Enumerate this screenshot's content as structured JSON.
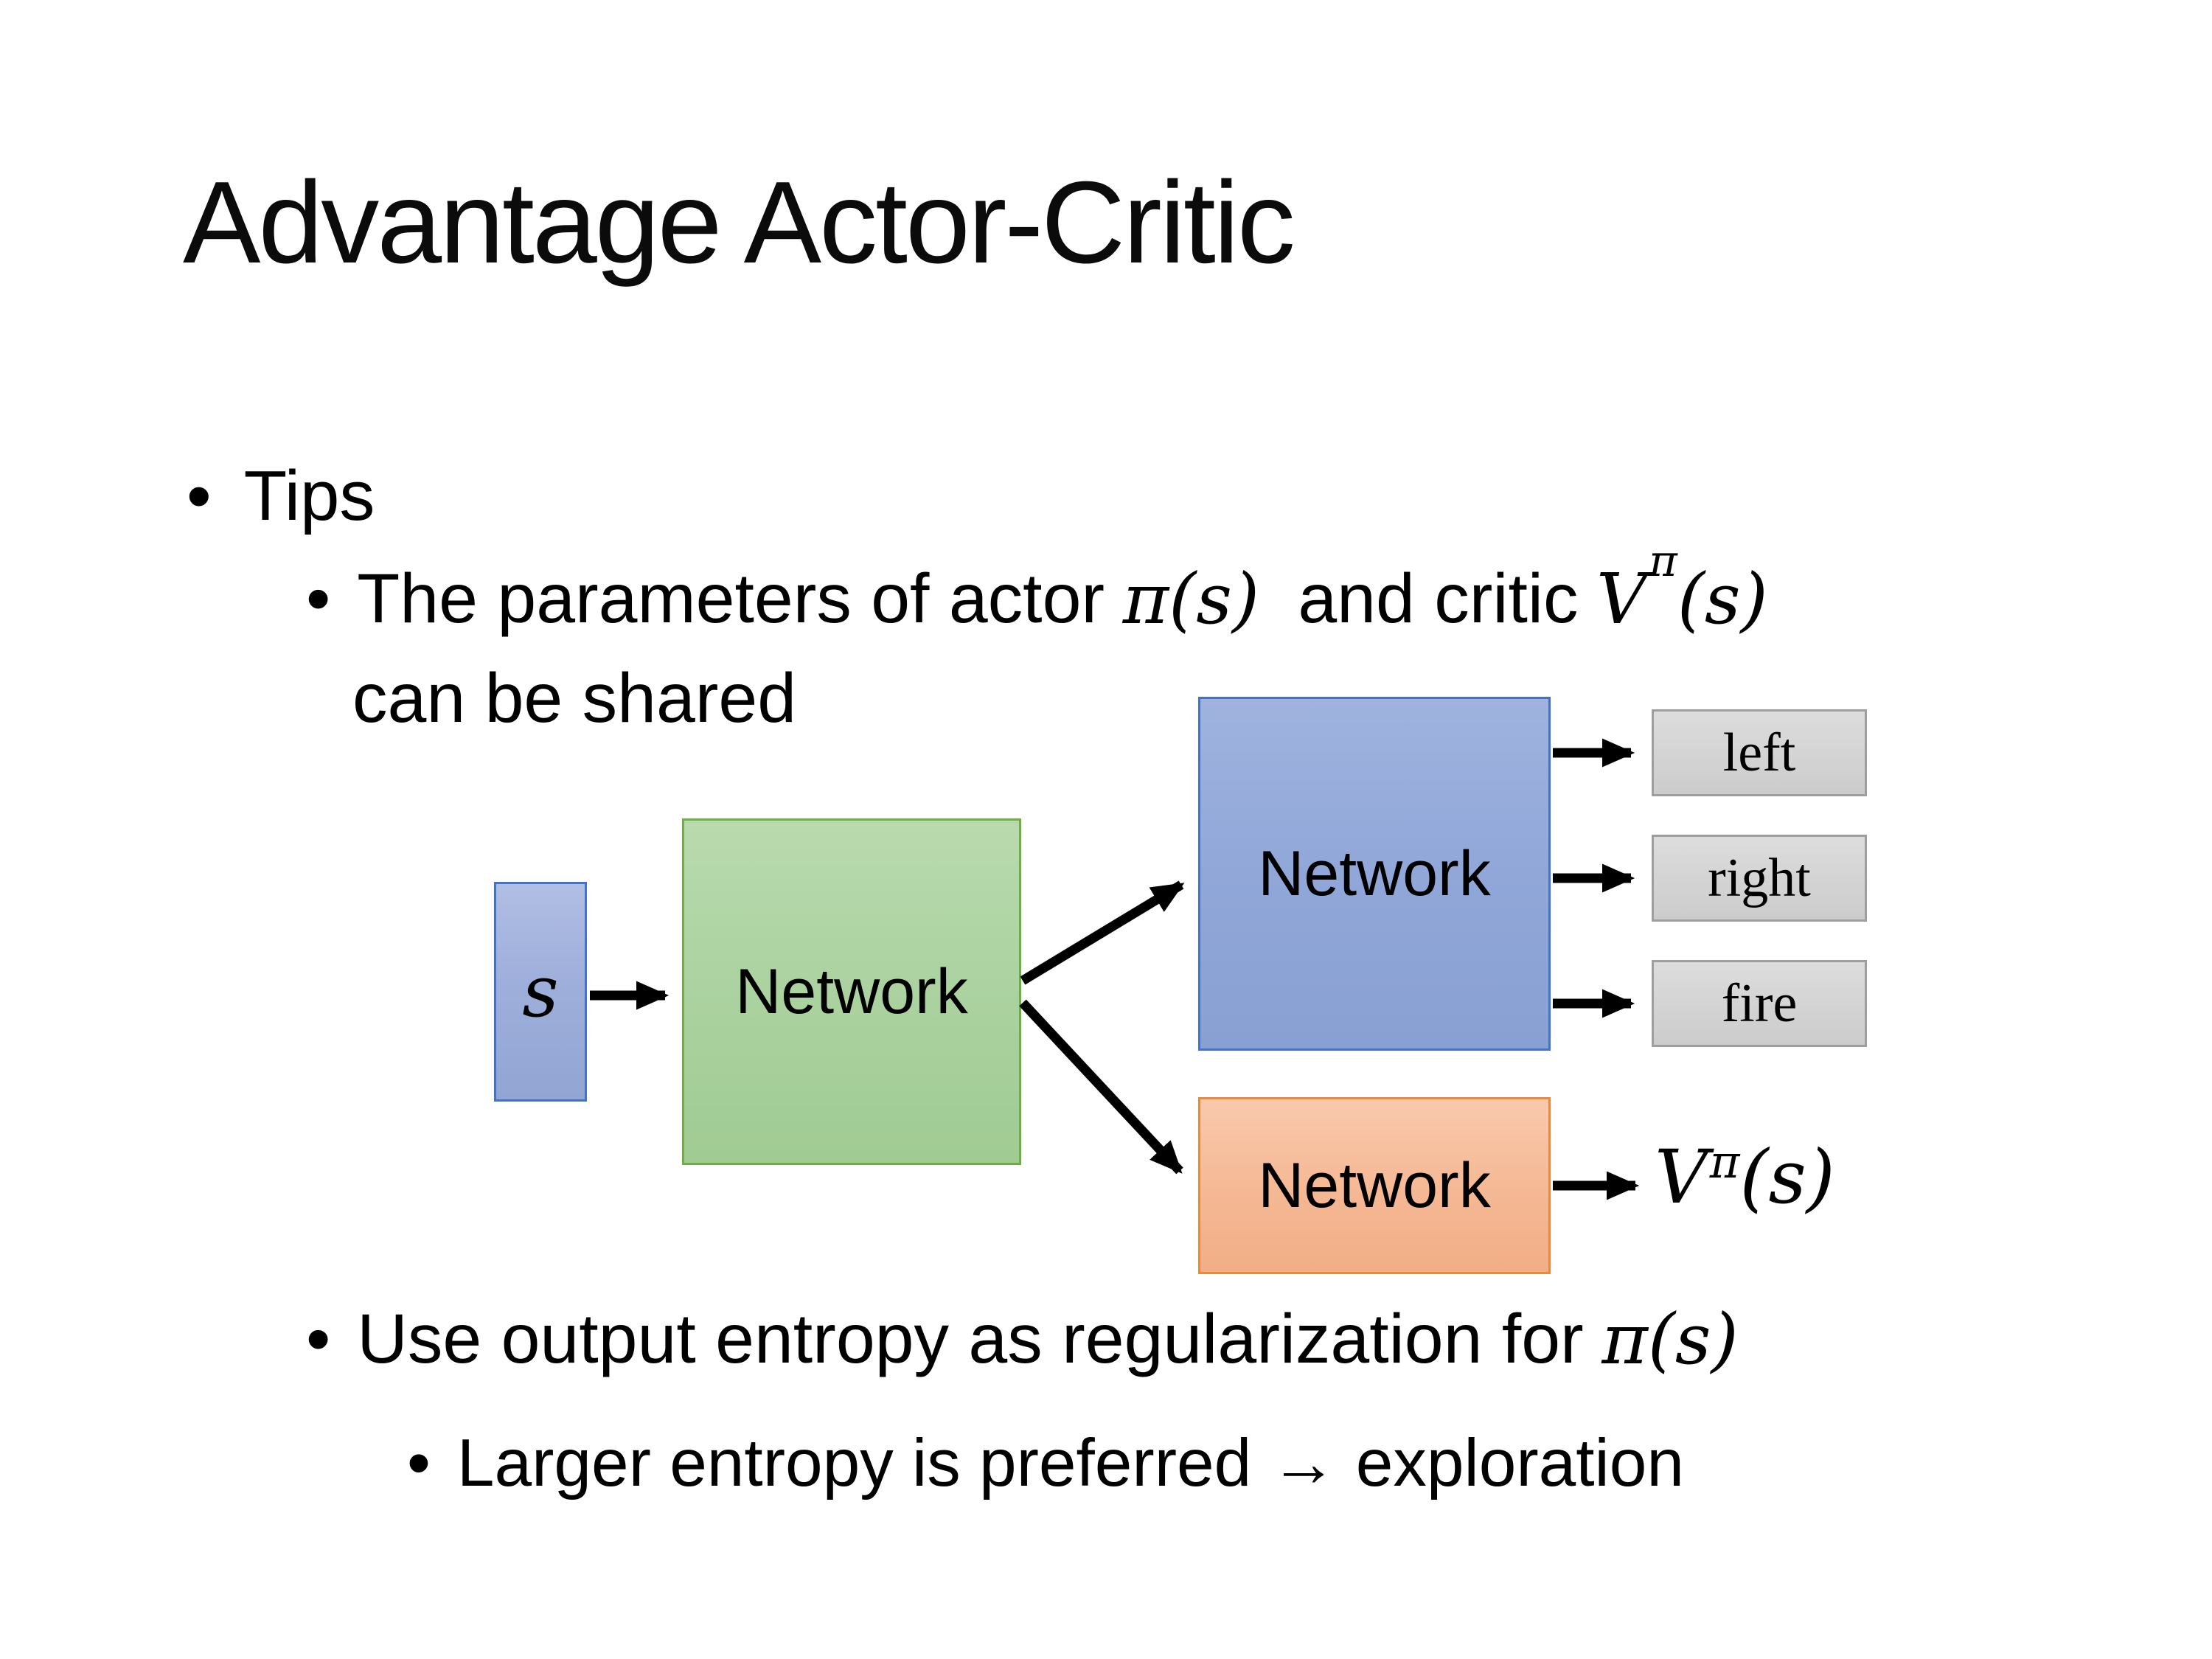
{
  "slide": {
    "title": "Advantage Actor-Critic",
    "bullet_char": "•",
    "tips_label": "Tips",
    "sub1": {
      "text1": "The parameters of actor",
      "math1": "π(s)",
      "text2": "and critic",
      "critic_base": "V",
      "critic_sup": "π",
      "critic_args": "(s)",
      "line2": "can be shared"
    },
    "sub2": {
      "text1": "Use output entropy as regularization for",
      "math1": "π(s)"
    },
    "sub3": {
      "text": "Larger entropy is preferred → exploration"
    }
  },
  "diagram": {
    "state_box": {
      "label": "s"
    },
    "shared_network": {
      "label": "Network"
    },
    "actor_network": {
      "label": "Network"
    },
    "critic_network": {
      "label": "Network"
    },
    "action_boxes": [
      "left",
      "right",
      "fire"
    ],
    "critic_output": {
      "base": "V",
      "sup": "π",
      "args": "(s)"
    },
    "colors": {
      "state_fill": "#9fafdb",
      "state_border": "#4472c4",
      "shared_fill": "#abd2a0",
      "shared_border": "#70ad47",
      "actor_fill": "#90a7d8",
      "actor_border": "#4472c4",
      "critic_fill": "#f5b894",
      "critic_border": "#e78a3d",
      "action_fill": "#d4d4d4",
      "action_border": "#9e9e9e",
      "arrow_color": "#000000"
    }
  }
}
